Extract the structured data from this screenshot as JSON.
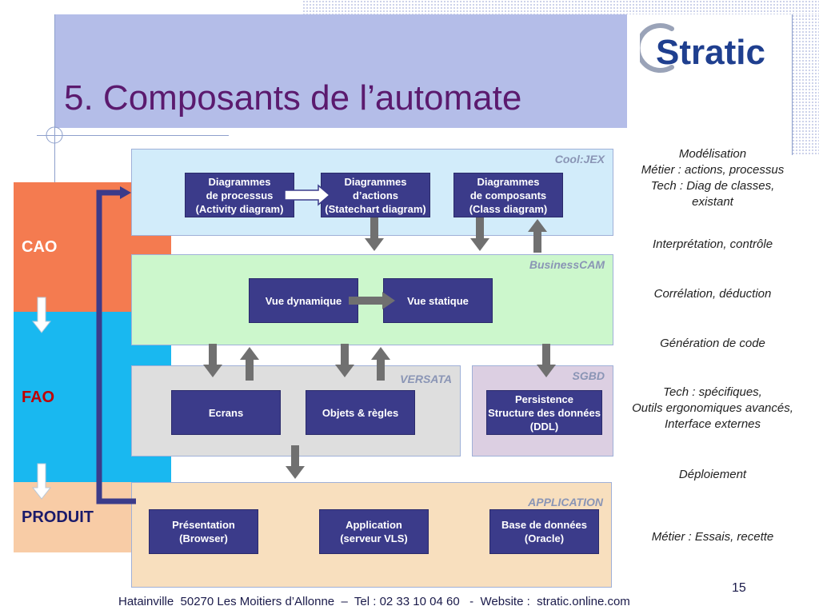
{
  "header": {
    "title": "5. Composants de l’automate",
    "logo_text": "Stratic"
  },
  "bands": [
    {
      "label": "CAO",
      "color": "#f47b50",
      "text_color": "#ffffff"
    },
    {
      "label": "FAO",
      "color": "#19b8f0",
      "text_color": "#c00000"
    },
    {
      "label": "PRODUIT",
      "color": "#f8cca6",
      "text_color": "#1a1a6a"
    }
  ],
  "panels": {
    "cooljex": {
      "label": "Cool:JEX",
      "color": "#d2ecfa"
    },
    "businesscam": {
      "label": "BusinessCAM",
      "color": "#ccf7cc"
    },
    "versata": {
      "label": "VERSATA",
      "color": "#dedede"
    },
    "sgbd": {
      "label": "SGBD",
      "color": "#dccfe2"
    },
    "application": {
      "label": "APPLICATION",
      "color": "#f8dfbe"
    }
  },
  "boxes": {
    "processus": "Diagrammes\nde processus\n(Activity diagram)",
    "actions": "Diagrammes\nd’actions\n(Statechart diagram)",
    "composants": "Diagrammes\nde composants\n(Class diagram)",
    "vue_dynamique": "Vue dynamique",
    "vue_statique": "Vue statique",
    "ecrans": "Ecrans",
    "objets": "Objets & règles",
    "persistence": "Persistence\nStructure des données\n(DDL)",
    "presentation": "Présentation\n(Browser)",
    "application": "Application\n(serveur VLS)",
    "base_donnees": "Base de données\n(Oracle)"
  },
  "descriptions": [
    "Modélisation\nMétier :  actions, processus\nTech : Diag de classes,\nexistant",
    "Interprétation, contrôle",
    "Corrélation, déduction",
    "Génération de code",
    "Tech : spécifiques,\nOutils ergonomiques avancés,\nInterface externes",
    "Déploiement",
    "Métier : Essais, recette"
  ],
  "footer": {
    "address": "Hatainville  50270 Les Moitiers d’Allonne  –  Tel : 02 33 10 04 60   -  Website :  stratic.online.com",
    "page_number": "15"
  },
  "colors": {
    "box": "#3b3b8a",
    "arrow": "#707070",
    "feedback_line": "#3b3b8a",
    "title": "#5b1a6e"
  }
}
